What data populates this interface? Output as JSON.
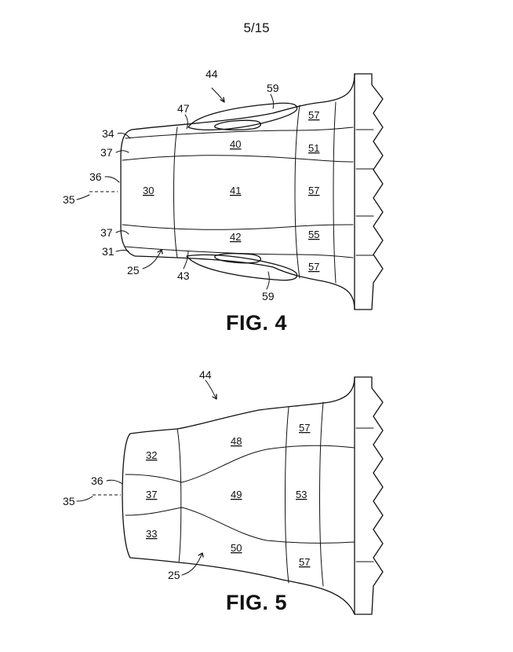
{
  "page_number": "5/15",
  "fig4": {
    "caption": "FIG. 4",
    "labels": {
      "l44": "44",
      "l59a": "59",
      "l59b": "59",
      "l47": "47",
      "l34": "34",
      "l37a": "37",
      "l37b": "37",
      "l36": "36",
      "l35": "35",
      "l31": "31",
      "l25": "25",
      "l43": "43",
      "s40": "40",
      "s30": "30",
      "s41": "41",
      "s42": "42",
      "s57a": "57",
      "s51": "51",
      "s57b": "57",
      "s55": "55",
      "s57c": "57"
    }
  },
  "fig5": {
    "caption": "FIG. 5",
    "labels": {
      "l44": "44",
      "l36": "36",
      "l35": "35",
      "l25": "25",
      "s32": "32",
      "s37": "37",
      "s33": "33",
      "s48": "48",
      "s49": "49",
      "s50": "50",
      "s57a": "57",
      "s53": "53",
      "s57b": "57"
    }
  }
}
